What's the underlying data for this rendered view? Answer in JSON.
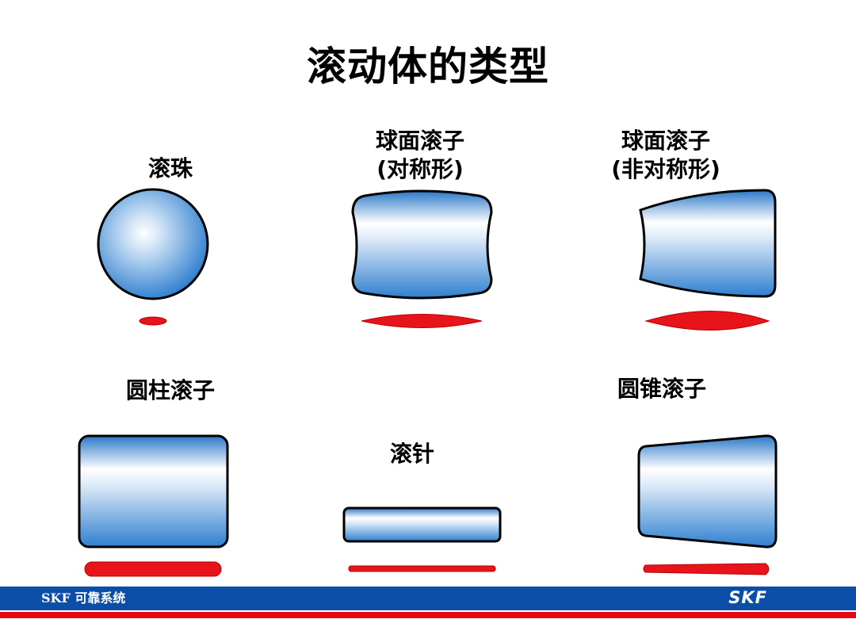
{
  "title": "滚动体的类型",
  "labels": {
    "ball": "滚珠",
    "spherical_sym_line1": "球面滚子",
    "spherical_sym_line2": "(对称形)",
    "spherical_asym_line1": "球面滚子",
    "spherical_asym_line2": "(非对称形)",
    "cylindrical": "圆柱滚子",
    "needle": "滚针",
    "tapered": "圆锥滚子"
  },
  "footer": {
    "text": "SKF 可靠系统",
    "logo": "SKF"
  },
  "colors": {
    "roller_blue": "#2f7fcf",
    "contact_red": "#e8141b",
    "footer_blue": "#0a4ea8",
    "footer_red": "#e30613"
  }
}
